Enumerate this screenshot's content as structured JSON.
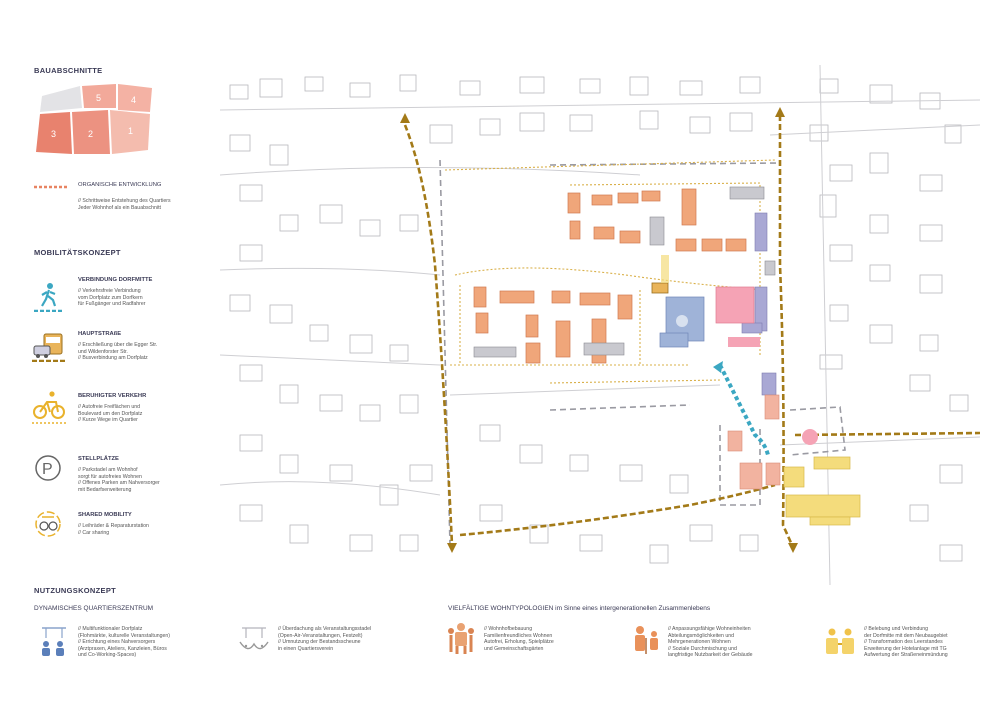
{
  "bauabschnitte": {
    "title": "BAUABSCHNITTE",
    "sections": [
      "5",
      "4",
      "3",
      "2",
      "1"
    ],
    "organic_label": "ORGANISCHE ENTWICKLUNG",
    "organic_text": "// Schrittweise Entstehung des Quartiers\nJeder Wohnhof als ein Bauabschnitt"
  },
  "mobilitaet": {
    "title": "MOBILITÄTSKONZEPT",
    "items": [
      {
        "label": "VERBINDUNG DORFMITTE",
        "text": "// Verkehrsfreie Verbindung\nvom Dorfplatz zum Dorfkern\nfür Fußgänger und Radfahrer",
        "icon": "pedestrian-icon"
      },
      {
        "label": "HAUPTSTRAßE",
        "text": "// Erschließung über die Egger Str.\nund Wildenforster Str.\n// Busverbindung am Dorfplatz",
        "icon": "car-bus-icon"
      },
      {
        "label": "BERUHIGTER VERKEHR",
        "text": "// Autofreie Freiflächen und\nBoulevard um den Dorfplatz\n// Kurze Wege im Quartier",
        "icon": "bicycle-icon"
      },
      {
        "label": "STELLPLÄTZE",
        "text": "// Parkstadel am Wohnhof\nsorgt für autofreies Wohnen\n// Offenes Parken am Nahversorger\nmit Bedarfserweiterung",
        "icon": "parking-icon"
      },
      {
        "label": "SHARED MOBILITY",
        "text": "// Leihräder & Reparaturstation\n// Car sharing",
        "icon": "shared-mobility-icon"
      }
    ]
  },
  "nutzung": {
    "title": "NUTZUNGSKONZEPT",
    "subtitle": "DYNAMISCHES QUARTIERSZENTRUM",
    "wohn_title": "VIELFÄLTIGE WOHNTYPOLOGIEN im Sinne eines intergenerationellen Zusammenlebens",
    "col1": "// Multifunktionaler Dorfplatz\n(Flohmärkte, kulturelle Veranstaltungen)\n// Errichtung eines Nahversorgers\n(Arztpraxen, Ateliers, Kanzleien, Büros\nund Co-Working-Spaces)",
    "col2": "// Überdachung als Veranstaltungsstadel\n(Open-Air-Veranstaltungen, Festzelt)\n// Umnutzung der Bestandsscheune\nin einen Quartiersverein",
    "col3": "// Wohnhofbebauung\nFamilienfreundliches Wohnen\nAutofrei, Erholung, Spielplätze\nund Gemeinschaftsgärten",
    "col4": "// Anpassungsfähige Wohneinheiten\nAbteilungsmöglichkeiten und\nMehrgenerationen Wohnen\n// Soziale Durchmischung und\nlangfristige Nutzbarkeit der Gebäude",
    "col5": "// Belebung und Verbindung\nder Dorfmitte mit dem Neubaugebiet\n// Transformation des Leerstandes\nErweiterung der Hotelanlage mit TG\nAufwertung der Straßeneinmündung"
  },
  "colors": {
    "orange": "#f0a67a",
    "salmon": "#ea8a73",
    "gold": "#b58a1c",
    "teal": "#3ba7c2",
    "lavender": "#a9a8d4",
    "pink": "#f5a3b5",
    "yellow": "#f4dc7c",
    "blue": "#9fb3d8"
  }
}
